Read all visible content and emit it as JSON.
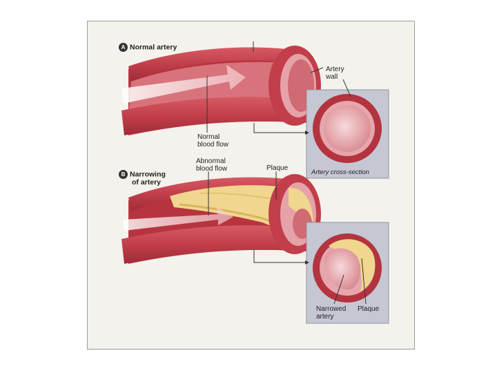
{
  "section_a": {
    "badge": "A",
    "title": "Normal artery"
  },
  "section_b": {
    "badge": "B",
    "title_line1": "Narrowing",
    "title_line2": "of artery"
  },
  "labels": {
    "artery_wall_1": "Artery",
    "artery_wall_2": "wall",
    "normal_flow_1": "Normal",
    "normal_flow_2": "blood flow",
    "abnormal_flow_1": "Abnormal",
    "abnormal_flow_2": "blood flow",
    "plaque_top": "Plaque",
    "cross_section": "Artery cross-section",
    "narrowed_1": "Narrowed",
    "narrowed_2": "artery",
    "plaque_bottom": "Plaque"
  },
  "colors": {
    "artery_outer": "#c8434e",
    "artery_dark": "#a72f3b",
    "artery_light": "#e8a1a6",
    "lumen": "#efc6c9",
    "plaque": "#f0d68e",
    "plaque_dark": "#d9b45e",
    "inset_bg": "#c5c8d3"
  }
}
